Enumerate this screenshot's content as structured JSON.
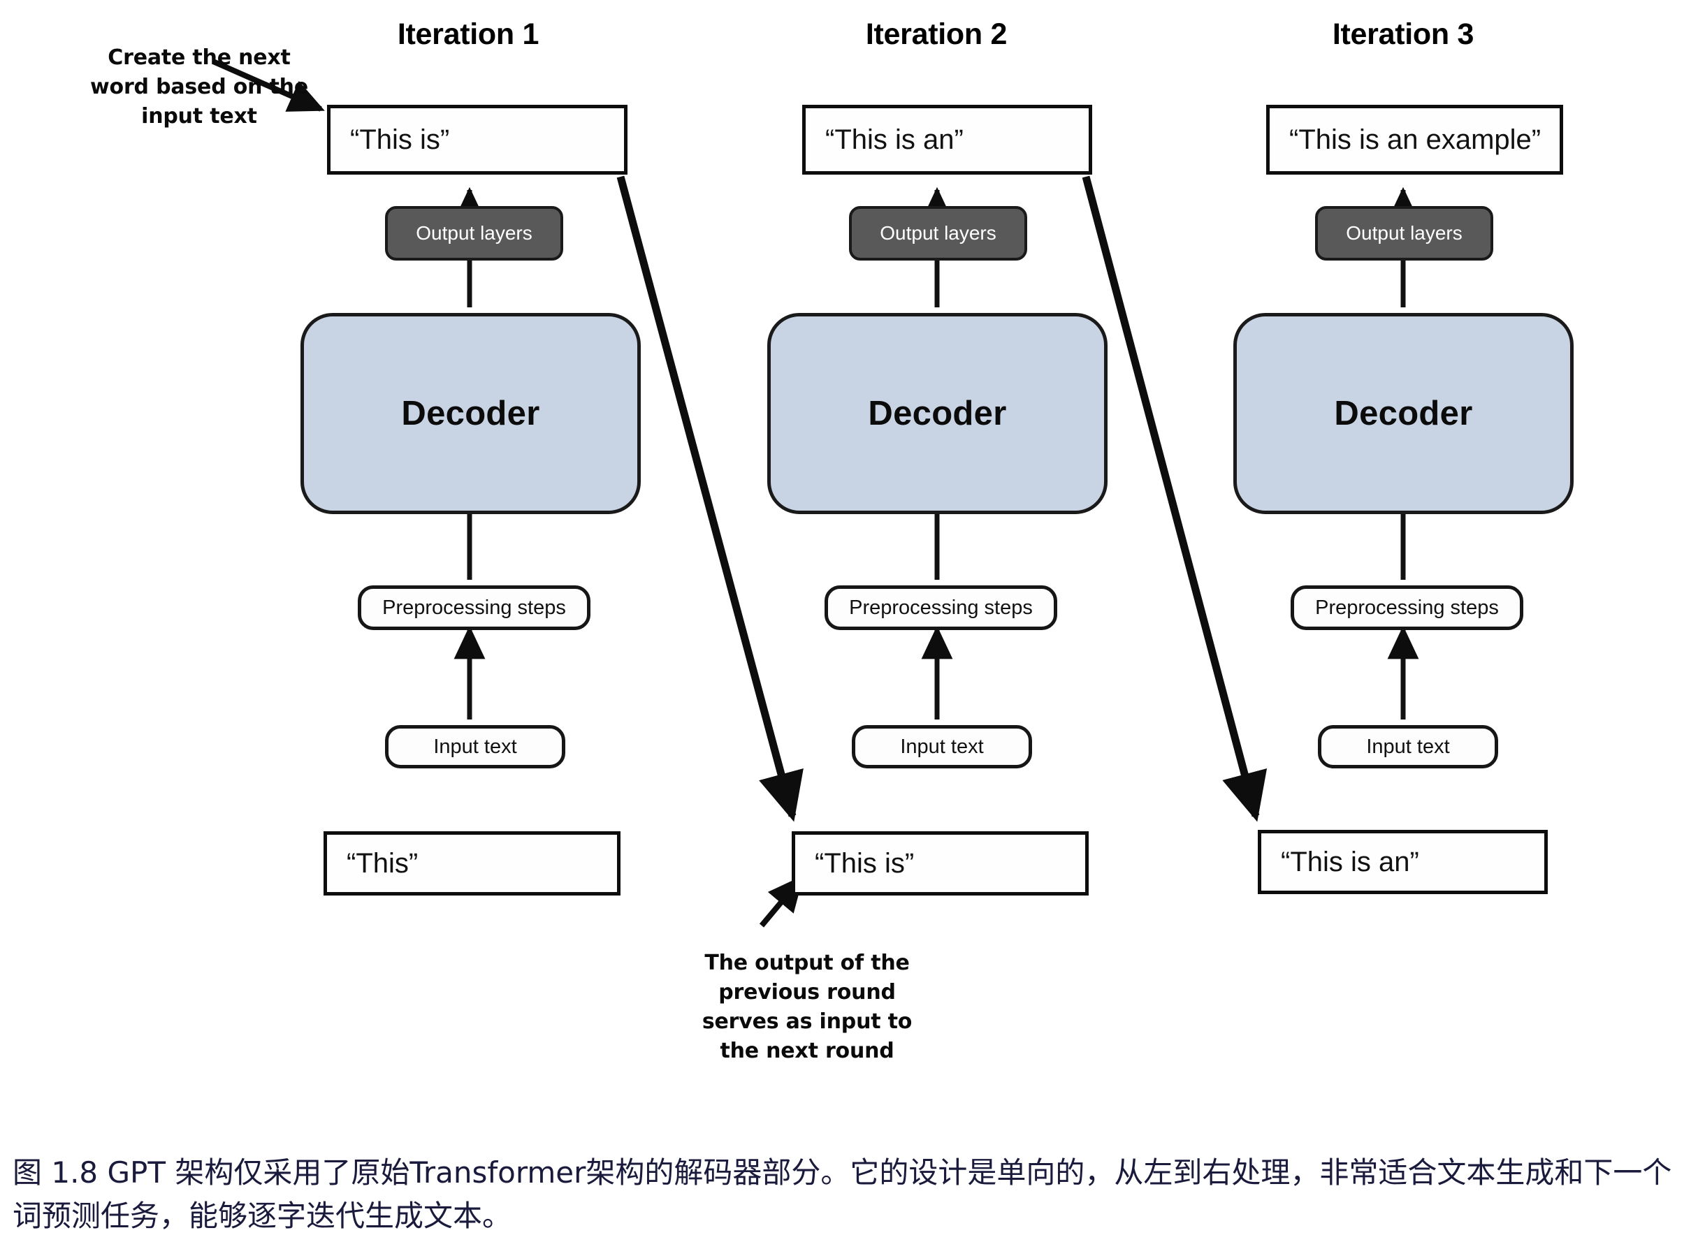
{
  "figure": {
    "caption": "图 1.8  GPT 架构仅采用了原始Transformer架构的解码器部分。它的设计是单向的，从左到右处理，非常适合文本生成和下一个词预测任务，能够逐字迭代生成文本。",
    "caption_color": "#1a1a3c",
    "background": "#ffffff"
  },
  "annotations": {
    "top_left": {
      "lines": [
        "Create the next",
        "word based on the",
        "input text"
      ]
    },
    "bottom_center": {
      "lines": [
        "The output of the",
        "previous round",
        "serves as input to",
        "the next round"
      ]
    }
  },
  "colors": {
    "decoder_fill": "#c8d4e3",
    "output_layers_fill": "#595959",
    "output_layers_text": "#ffffff",
    "stroke": "#0d0d0d",
    "box_fill": "#fefefe"
  },
  "columns": [
    {
      "title": "Iteration 1",
      "output_text": "“This is”",
      "output_layers_label": "Output layers",
      "decoder_label": "Decoder",
      "preprocessing_label": "Preprocessing steps",
      "input_text_label": "Input text",
      "input_text_value": "“This”"
    },
    {
      "title": "Iteration 2",
      "output_text": "“This is an”",
      "output_layers_label": "Output layers",
      "decoder_label": "Decoder",
      "preprocessing_label": "Preprocessing steps",
      "input_text_label": "Input text",
      "input_text_value": "“This is”"
    },
    {
      "title": "Iteration 3",
      "output_text": "“This is an example”",
      "output_layers_label": "Output layers",
      "decoder_label": "Decoder",
      "preprocessing_label": "Preprocessing steps",
      "input_text_label": "Input text",
      "input_text_value": "“This is an”"
    }
  ]
}
